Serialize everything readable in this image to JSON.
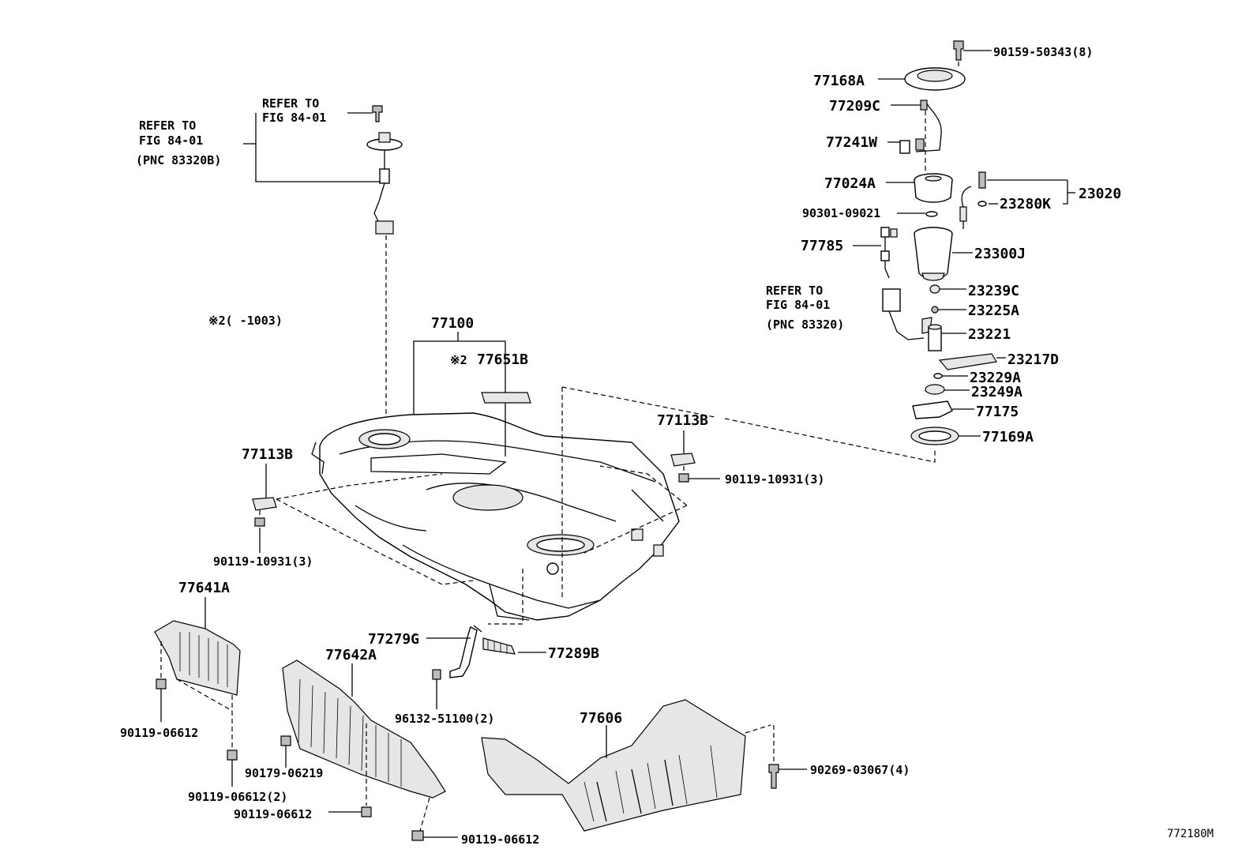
{
  "labels": {
    "p_90159_50343": "90159-50343(8)",
    "p_77168A": "77168A",
    "p_77209C": "77209C",
    "p_77241W": "77241W",
    "p_77024A": "77024A",
    "p_23020": "23020",
    "p_23280K": "23280K",
    "p_90301_09021": "90301-09021",
    "p_77785": "77785",
    "p_23300J": "23300J",
    "p_23239C": "23239C",
    "p_23225A": "23225A",
    "p_23221": "23221",
    "p_23217D": "23217D",
    "p_23229A": "23229A",
    "p_23249A": "23249A",
    "p_77175": "77175",
    "p_77169A": "77169A",
    "p_77100": "77100",
    "p_77651B": "77651B",
    "note_mark_2": "※2",
    "note_range": "※2(    -1003)",
    "p_77113B_right": "77113B",
    "p_77113B_left": "77113B",
    "p_90119_10931_right": "90119-10931(3)",
    "p_90119_10931_left": "90119-10931(3)",
    "p_77641A": "77641A",
    "p_77642A": "77642A",
    "p_77279G": "77279G",
    "p_77289B": "77289B",
    "p_96132_51100": "96132-51100(2)",
    "p_77606": "77606",
    "p_90269_03067": "90269-03067(4)",
    "p_90119_06612_a": "90119-06612",
    "p_90119_06612_b": "90119-06612(2)",
    "p_90119_06612_c": "90119-06612",
    "p_90119_06612_d": "90119-06612",
    "p_90179_06219": "90179-06219"
  },
  "refs": {
    "top_refer_line1": "REFER TO",
    "top_refer_line2": "FIG 84-01",
    "left_refer_line1": "REFER TO",
    "left_refer_line2": "FIG 84-01",
    "left_refer_line3": "(PNC 83320B)",
    "right_refer_line1": "REFER TO",
    "right_refer_line2": "FIG 84-01",
    "right_refer_line3": "(PNC 83320)"
  },
  "figure_id": "772180M"
}
